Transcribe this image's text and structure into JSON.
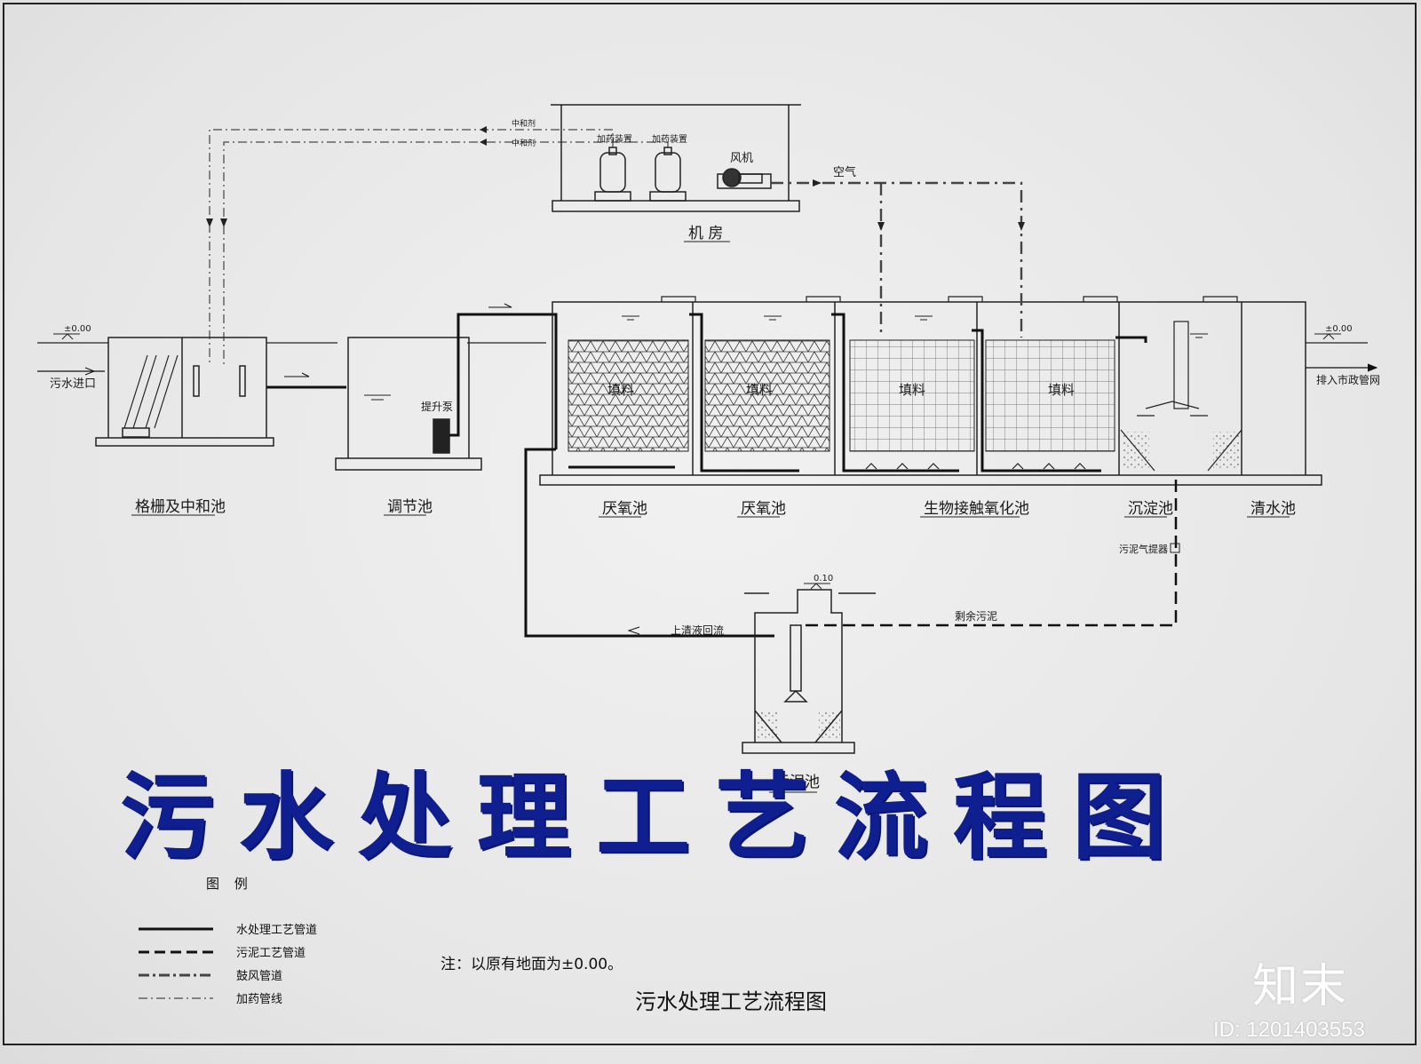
{
  "title": "污水处理工艺流程图",
  "caption": "污水处理工艺流程图",
  "units": {
    "grille": "格栅及中和池",
    "regulating": "调节池",
    "anaerobic1": "厌氧池",
    "anaerobic2": "厌氧池",
    "biocontact": "生物接触氧化池",
    "sedimentation": "沉淀池",
    "clearwater": "清水池",
    "sludge": "污泥池",
    "machine_room": "机 房"
  },
  "labels": {
    "inlet": "污水进口",
    "outlet": "排入市政管网",
    "level_left": "±0.00",
    "level_right": "±0.00",
    "level_sludge": "0.10",
    "pump": "提升泵",
    "filler1": "填料",
    "filler2": "填料",
    "filler3": "填料",
    "filler4": "填料",
    "dosing1": "加药装置",
    "dosing2": "加药装置",
    "blower": "风机",
    "air": "空气",
    "neutralizer1": "中和剂",
    "neutralizer2": "中和剂",
    "airlift": "污泥气提器",
    "supernatant": "上清液回流",
    "excess_sludge": "剩余污泥"
  },
  "legend": {
    "title": "图 例",
    "items": [
      {
        "label": "水处理工艺管道",
        "style": "solid"
      },
      {
        "label": "污泥工艺管道",
        "style": "dashed"
      },
      {
        "label": "鼓风管道",
        "style": "dashdot"
      },
      {
        "label": "加药管线",
        "style": "thin-dashdot"
      }
    ]
  },
  "note": "注：以原有地面为±0.00。",
  "logo": "知末",
  "id_text": "ID: 1201403553",
  "colors": {
    "title": "#0f1f8f",
    "line": "#111111",
    "paper": "#ececec"
  }
}
